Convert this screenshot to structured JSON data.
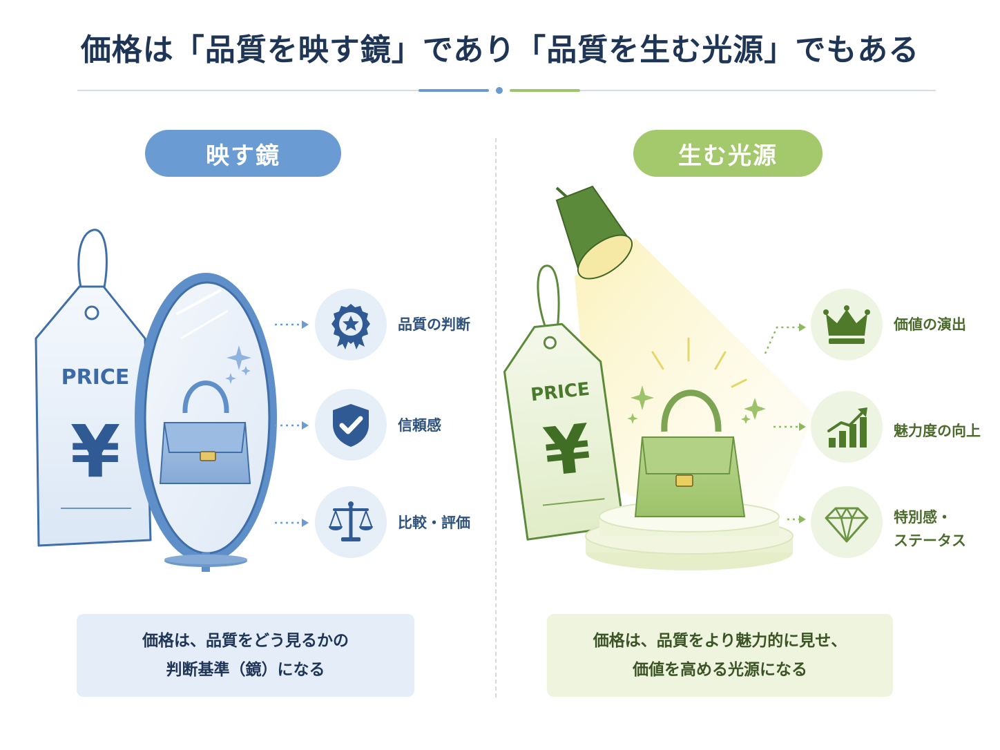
{
  "title": "価格は「品質を映す鏡」であり「品質を生む光源」でもある",
  "left": {
    "heading": "映す鏡",
    "tag_text": "PRICE",
    "currency": "¥",
    "items": [
      {
        "label": "品質の判断",
        "icon": "award-badge-icon"
      },
      {
        "label": "信頼感",
        "icon": "shield-check-icon"
      },
      {
        "label": "比較・評価",
        "icon": "scales-icon"
      }
    ],
    "summary_line1": "価格は、品質をどう見るかの",
    "summary_line2": "判断基準（鏡）になる"
  },
  "right": {
    "heading": "生む光源",
    "tag_text": "PRICE",
    "currency": "¥",
    "items": [
      {
        "label": "価値の演出",
        "icon": "crown-icon"
      },
      {
        "label": "魅力度の向上",
        "icon": "growth-chart-icon"
      },
      {
        "label_line1": "特別感・",
        "label_line2": "ステータス",
        "icon": "diamond-icon"
      }
    ],
    "summary_line1": "価格は、品質をより魅力的に見せ、",
    "summary_line2": "価値を高める光源になる"
  },
  "colors": {
    "navy": "#1f3556",
    "blue": "#6a9bd2",
    "green": "#a4c86c",
    "blue_bg": "#e4edf8",
    "green_bg": "#eef4de"
  }
}
